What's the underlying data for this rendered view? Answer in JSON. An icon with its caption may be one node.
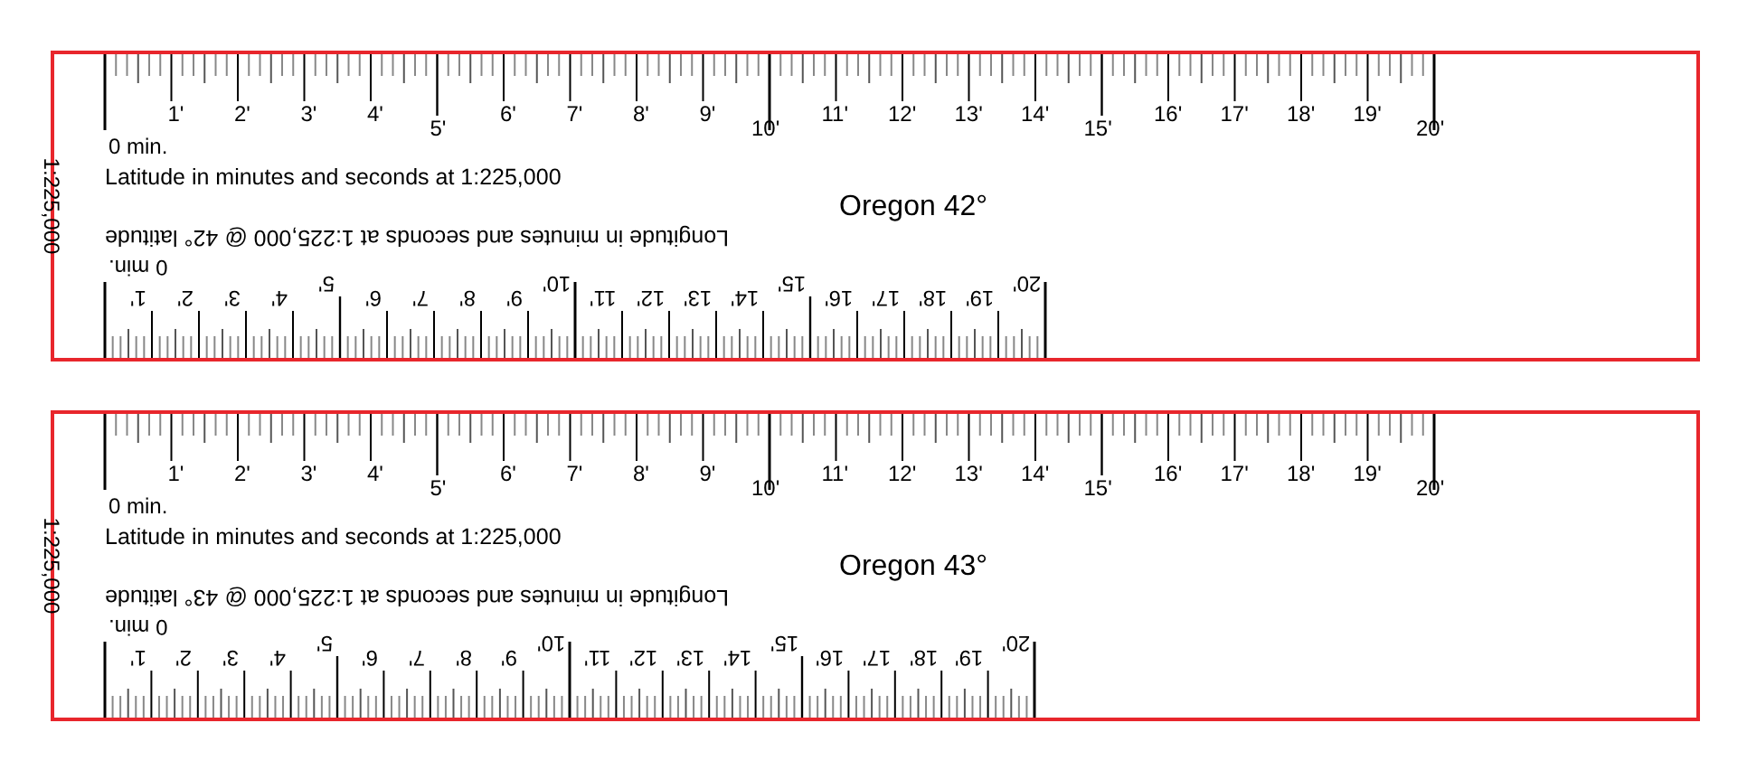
{
  "diagram": {
    "nodes": [
      {
        "text": [
          "1:225,000",
          "Latitude in minutes and seconds at 1:225,000",
          "Oregon 42°",
          "Longitude in minutes and seconds at 1:225,000 @ 42° latitude"
        ]
      },
      {
        "text": [
          "1:225,000",
          "Latitude in minutes and seconds at 1:225,000",
          "Oregon 43°",
          "Longitude in minutes and seconds at 1:225,000 @ 43° latitude"
        ]
      }
    ],
    "labels": [
      "0 min.",
      "1'",
      "2'",
      "3'",
      "4'",
      "5'",
      "6'",
      "7'",
      "8'",
      "9'",
      "10'",
      "11'",
      "12'",
      "13'",
      "14'",
      "15'",
      "16'",
      "17'",
      "18'",
      "19'",
      "20'",
      "0 min.",
      "1'",
      "2'",
      "3'",
      "4'",
      "5'",
      "6'",
      "7'",
      "8'",
      "9'",
      "10'",
      "11'",
      "12'",
      "13'",
      "14'",
      "15'",
      "16'",
      "17'",
      "18'",
      "19'",
      "20'",
      "0 min.",
      "1'",
      "2'",
      "3'",
      "4'",
      "5'",
      "6'",
      "7'",
      "8'",
      "9'",
      "10'",
      "11'",
      "12'",
      "13'",
      "14'",
      "15'",
      "16'",
      "17'",
      "18'",
      "19'",
      "20'",
      "0 min.",
      "1'",
      "2'",
      "3'",
      "4'",
      "5'",
      "6'",
      "7'",
      "8'",
      "9'",
      "10'",
      "11'",
      "12'",
      "13'",
      "14'",
      "15'",
      "16'",
      "17'",
      "18'",
      "19'",
      "20'"
    ]
  }
}
